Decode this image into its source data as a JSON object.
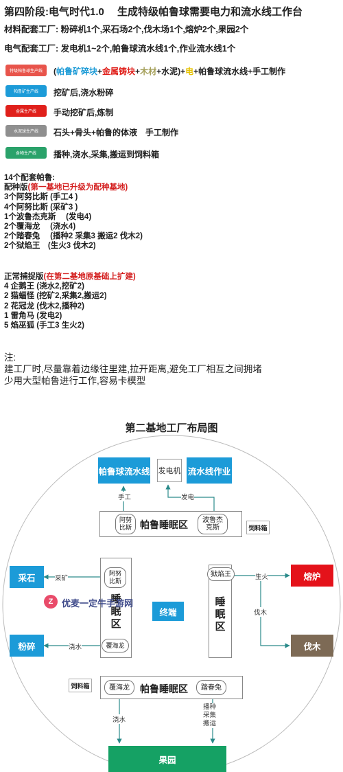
{
  "header": {
    "title": "第四阶段:电气时代1.0　 生成特级帕鲁球需要电力和流水线工作台",
    "materials": "材料配套工厂: 粉碎机1个,采石场2个,伐木场1个,熔炉2个,果园2个",
    "electric": "电气配套工厂: 发电机1~2个,帕鲁球流水线1个,作业流水线1个"
  },
  "production": {
    "special": {
      "tag": "特级帕鲁球生产线",
      "color": "#e8544b",
      "parts": [
        "(",
        "帕鲁矿碎块",
        "+",
        "金属铸块",
        "+",
        "木材",
        "+水泥)+",
        "电",
        "+帕鲁球流水线+手工制作"
      ]
    },
    "ore": {
      "tag": "帕鲁矿生产线",
      "color": "#1c9bd8",
      "desc": "挖矿后,浇水粉碎"
    },
    "metal": {
      "tag": "金属生产线",
      "color": "#e0201b",
      "desc": "手动挖矿后,炼制"
    },
    "cement": {
      "tag": "水泥球生产线",
      "color": "#8f8f8f",
      "desc": "石头+骨头+帕鲁的体液　手工制作"
    },
    "food": {
      "tag": "食物生产线",
      "color": "#2aa26a",
      "desc": "播种,浇水,采集,搬运到饲料箱"
    }
  },
  "pals": {
    "heading": "14个配套帕鲁:",
    "breed_label": "配种版",
    "breed_note": "(第一基地已升级为配种基地)",
    "breed_items": [
      "3个阿努比斯 (手工4 )",
      "4个阿努比斯 (采矿3 )",
      "1个波鲁杰克斯　 (发电4)",
      "2个覆海龙　 (浇水4)",
      "2个踏春兔　  (播种2 采集3 搬运2 伐木2)",
      "2个狱焰王　(生火3 伐木2)"
    ],
    "catch_label": "正常捕捉版",
    "catch_note": "(在第二基地原基础上扩建)",
    "catch_items": [
      "4 企鹅王 (浇水2,挖矿2)",
      "2 猫蝠怪 (挖矿2,采集2,搬运2)",
      "2 花冠龙 (伐木2,播种2)",
      "1 雷角马 (发电2)",
      "5 焰巫狐 (手工3 生火2)"
    ]
  },
  "notes": {
    "label": "注:",
    "line1": "建工厂时,尽量靠着边缘往里建,拉开距离,避免工厂相互之间拥堵",
    "line2": "少用大型帕鲁进行工作,容易卡模型"
  },
  "diagram": {
    "title": "第二基地工厂布局图",
    "ball_line": "帕鲁球流水线",
    "generator": "发电机",
    "work_line": "流水线作业",
    "handwork": "手工",
    "power": "发电",
    "top_zone": "帕鲁睡眠区",
    "anubis": "阿努\n比斯",
    "boltmane": "波鲁杰\n克斯",
    "feed_box": "饲料箱",
    "stone": "采石",
    "mining": "采矿",
    "left_anubis": "阿努\n比斯",
    "left_zone": "睡\n眠\n区",
    "left_zone_top": "睡",
    "terminal": "终端",
    "crush": "粉碎",
    "watering": "浇水",
    "jormuntide_left": "覆海龙",
    "blazamut": "狱焰王",
    "fire": "生火",
    "furnace": "熔炉",
    "logging_lbl": "伐木",
    "logging": "伐木",
    "right_zone": "睡\n眠\n区",
    "bottom_feed": "饲料箱",
    "bottom_zone": "帕鲁睡眠区",
    "jormuntide_bottom": "覆海龙",
    "lyleen": "踏春兔",
    "water2": "浇水",
    "farm_tasks": "播种\n采集\n搬运",
    "orchard": "果园",
    "watermark": "优麦一定牛手游网"
  }
}
